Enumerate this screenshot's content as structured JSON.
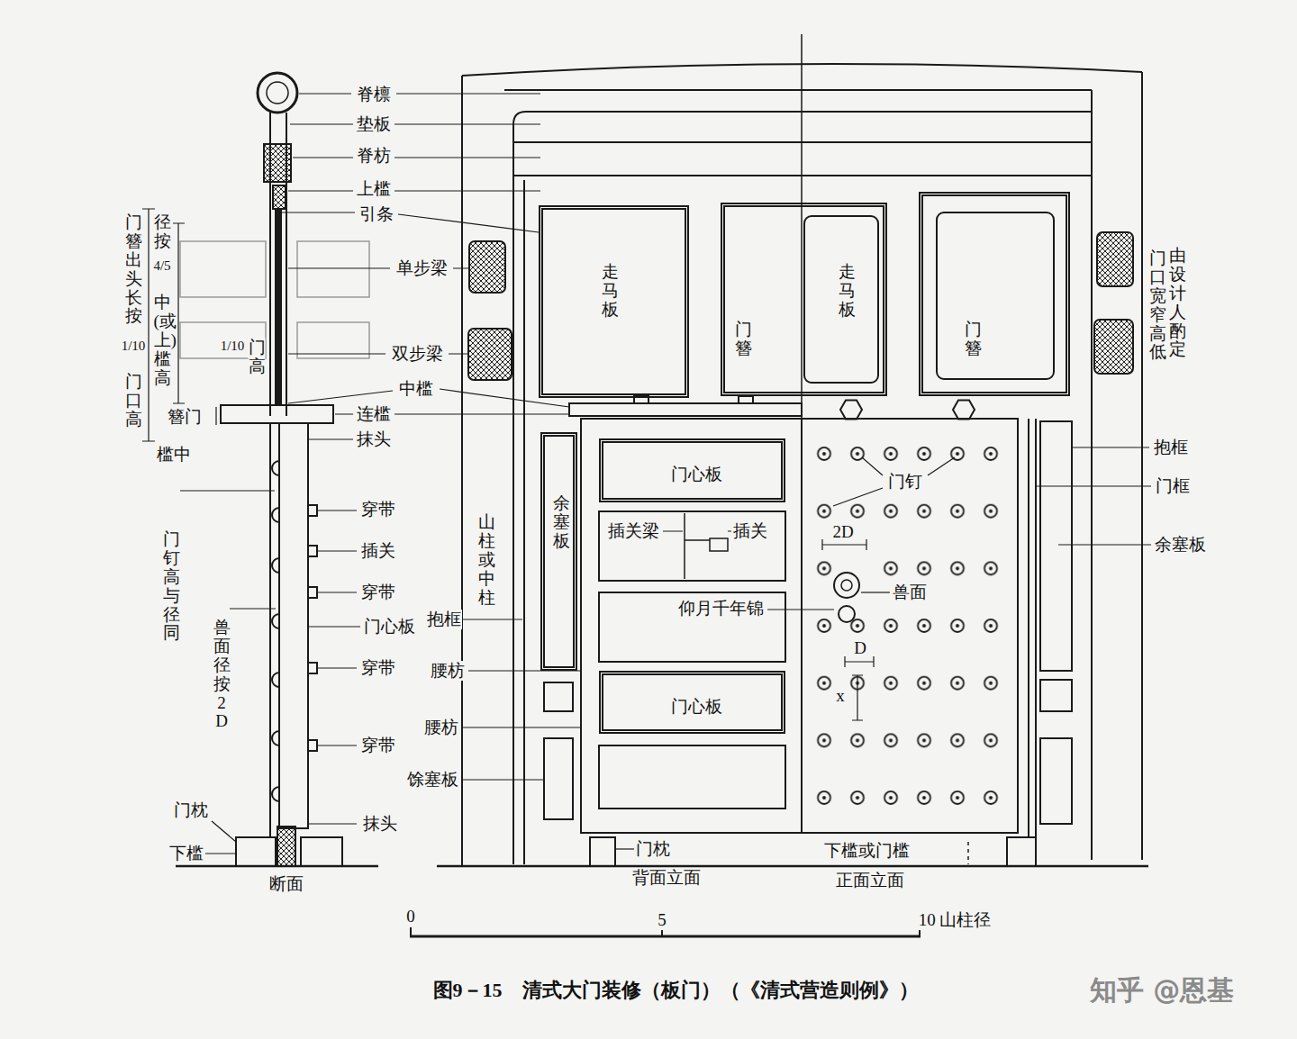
{
  "diagram": {
    "caption": "图9－15　清式大门装修（板门）（《清式营造则例》）",
    "nodes": [
      {
        "text": [
          "走马板"
        ]
      },
      {
        "text": [
          "门簪",
          "走马板"
        ]
      },
      {
        "text": [
          "门簪"
        ]
      },
      {
        "text": [
          "门心板"
        ]
      },
      {
        "text": [
          "门心板"
        ]
      },
      {
        "text": [
          "余塞板"
        ]
      }
    ],
    "labels": [
      "脊檩",
      "垫板",
      "脊枋",
      "上槛",
      "引条",
      "单步梁",
      "双步梁",
      "中槛",
      "连槛",
      "抹头",
      "穿带",
      "插关",
      "穿带",
      "门心板",
      "穿带",
      "穿带",
      "抹头",
      "门枕",
      "下槛",
      "断面",
      "门簪出头长按",
      "1/10",
      "门口高",
      "径按",
      "4/5",
      "中(或上)槛高",
      "1/10",
      "门高",
      "簪门",
      "槛中",
      "门钉高与径同",
      "兽面径按2D",
      "山柱或中柱",
      "抱框",
      "腰枋",
      "腰枋",
      "馀塞板",
      "插关梁",
      "插关",
      "仰月千年锦",
      "门枕",
      "背面立面",
      "门钉",
      "2D",
      "兽面",
      "D",
      "x",
      "下槛或门槛",
      "正面立面",
      "由设计人酌定",
      "门口宽窄高低",
      "抱框",
      "门框",
      "余塞板",
      "0",
      "5",
      "10 山柱径",
      "知乎 @恩基"
    ]
  }
}
